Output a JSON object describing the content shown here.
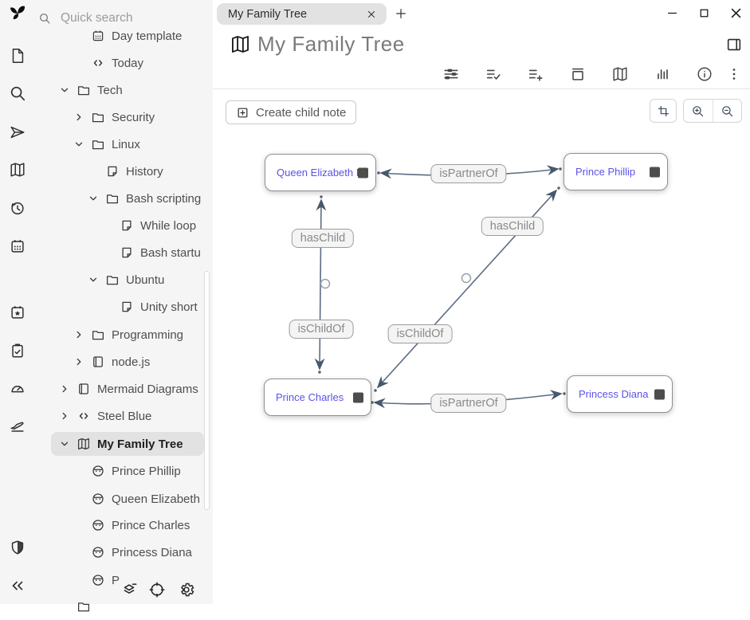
{
  "window": {
    "tab_title": "My Family Tree"
  },
  "quick_search": {
    "placeholder": "Quick search"
  },
  "note": {
    "title": "My Family Tree"
  },
  "actions": {
    "create_child_note": "Create child note"
  },
  "sidebar": {
    "tree": [
      {
        "label": "Day template",
        "icon": "calendar"
      },
      {
        "label": "Today",
        "icon": "code"
      },
      {
        "label": "Tech",
        "icon": "folder",
        "expanded": true
      },
      {
        "label": "Security",
        "icon": "folder",
        "expanded": false
      },
      {
        "label": "Linux",
        "icon": "folder",
        "expanded": true
      },
      {
        "label": "History",
        "icon": "note"
      },
      {
        "label": "Bash scripting",
        "icon": "folder",
        "expanded": true
      },
      {
        "label": "While loop",
        "icon": "note"
      },
      {
        "label": "Bash startu",
        "icon": "note"
      },
      {
        "label": "Ubuntu",
        "icon": "folder",
        "expanded": true
      },
      {
        "label": "Unity short",
        "icon": "note"
      },
      {
        "label": "Programming",
        "icon": "folder",
        "expanded": false
      },
      {
        "label": "node.js",
        "icon": "book",
        "expanded": false
      },
      {
        "label": "Mermaid Diagrams",
        "icon": "book",
        "expanded": false
      },
      {
        "label": "Steel Blue",
        "icon": "code",
        "expanded": false
      },
      {
        "label": "My Family Tree",
        "icon": "map",
        "expanded": true,
        "selected": true
      },
      {
        "label": "Prince Phillip",
        "icon": "person"
      },
      {
        "label": "Queen Elizabeth",
        "icon": "person"
      },
      {
        "label": "Prince Charles",
        "icon": "person"
      },
      {
        "label": "Princess Diana",
        "icon": "person"
      },
      {
        "label": "P",
        "icon": "person"
      }
    ]
  },
  "map": {
    "nodes": [
      {
        "label": "Queen Elizabeth II"
      },
      {
        "label": "Prince Phillip"
      },
      {
        "label": "Prince Charles"
      },
      {
        "label": "Princess Diana"
      }
    ],
    "edges": [
      {
        "label": "isPartnerOf",
        "from": "Queen Elizabeth II",
        "to": "Prince Phillip"
      },
      {
        "label": "hasChild",
        "from": "Queen Elizabeth II",
        "to": "Prince Charles"
      },
      {
        "label": "hasChild",
        "from": "Prince Phillip",
        "to": "Prince Charles"
      },
      {
        "label": "isChildOf",
        "from": "Prince Charles",
        "to": "Queen Elizabeth II"
      },
      {
        "label": "isChildOf",
        "from": "Prince Charles",
        "to": "Prince Phillip"
      },
      {
        "label": "isPartnerOf",
        "from": "Prince Charles",
        "to": "Princess Diana"
      }
    ]
  },
  "colors": {
    "accent": "#5b52e8",
    "edge": "#5b6d82",
    "arrow": "#46586c"
  }
}
